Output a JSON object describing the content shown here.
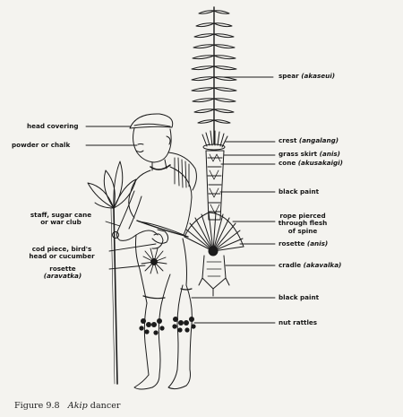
{
  "labels": {
    "spear": {
      "text": "spear",
      "native": "(akaseui)"
    },
    "head_covering": {
      "text": "head covering"
    },
    "powder_or_chalk": {
      "text": "powder or chalk"
    },
    "crest": {
      "text": "crest",
      "native": "(angalang)"
    },
    "grass_skirt": {
      "text": "grass skirt",
      "native": "(anis)"
    },
    "cone": {
      "text": "cone",
      "native": "(akusakaigi)"
    },
    "black_paint_upper": {
      "text": "black paint"
    },
    "staff": {
      "line1": "staff, sugar cane",
      "line2": "or war club"
    },
    "rope": {
      "line1": "rope pierced",
      "line2": "through flesh",
      "line3": "of spine"
    },
    "rosette_right": {
      "text": "rosette",
      "native": "(anis)"
    },
    "cod_piece": {
      "line1": "cod piece, bird's",
      "line2": "head or cucumber"
    },
    "rosette_left": {
      "line1": "rosette",
      "native": "(aravatka)"
    },
    "cradle": {
      "text": "cradle",
      "native": "(akavalka)"
    },
    "black_paint_lower": {
      "text": "black paint"
    },
    "nut_rattles": {
      "text": "nut rattles"
    }
  },
  "caption": {
    "figure": "Figure 9.8",
    "title": "Akip",
    "rest": "dancer"
  },
  "colors": {
    "ink": "#1b1b1b",
    "paper": "#f4f3ef"
  }
}
